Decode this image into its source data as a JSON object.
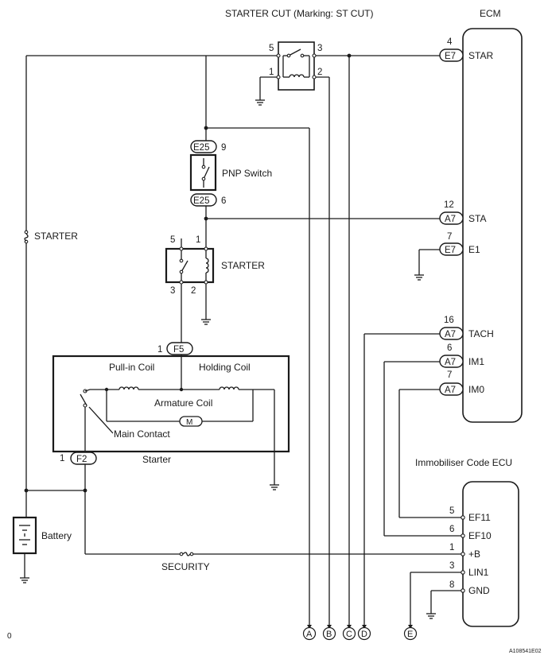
{
  "header": {
    "starter_cut_label": "STARTER  CUT (Marking: ST CUT)",
    "ecm_label": "ECM",
    "immobiliser_label": "Immobiliser Code ECU"
  },
  "starter_cut_relay": {
    "pins": [
      "5",
      "3",
      "1",
      "2"
    ]
  },
  "ecm": {
    "terminals": [
      {
        "pin": "4",
        "connector": "E7",
        "signal": "STAR"
      },
      {
        "pin": "12",
        "connector": "A7",
        "signal": "STA"
      },
      {
        "pin": "7",
        "connector": "E7",
        "signal": "E1"
      },
      {
        "pin": "16",
        "connector": "A7",
        "signal": "TACH"
      },
      {
        "pin": "6",
        "connector": "A7",
        "signal": "IM1"
      },
      {
        "pin": "7",
        "connector": "A7",
        "signal": "IM0"
      }
    ]
  },
  "pnp_switch": {
    "label": "PNP Switch",
    "top_connector": "E25",
    "top_pin": "9",
    "bottom_connector": "E25",
    "bottom_pin": "6"
  },
  "starter_relay": {
    "label": "STARTER",
    "pins": [
      "5",
      "1",
      "3",
      "2"
    ]
  },
  "fuses": {
    "starter": "STARTER",
    "security": "SECURITY"
  },
  "starter_motor": {
    "label": "Starter",
    "top_connector": "F5",
    "top_pin": "1",
    "bottom_connector": "F2",
    "bottom_pin": "1",
    "pull_in_coil": "Pull-in Coil",
    "holding_coil": "Holding Coil",
    "armature_coil": "Armature Coil",
    "main_contact": "Main Contact",
    "motor_symbol": "M"
  },
  "battery": {
    "label": "Battery"
  },
  "immobiliser": {
    "terminals": [
      {
        "pin": "5",
        "signal": "EF11"
      },
      {
        "pin": "6",
        "signal": "EF10"
      },
      {
        "pin": "1",
        "signal": "+B"
      },
      {
        "pin": "3",
        "signal": "LIN1"
      },
      {
        "pin": "8",
        "signal": "GND"
      }
    ]
  },
  "off_page_connectors": [
    "A",
    "B",
    "C",
    "D",
    "E"
  ],
  "footer": {
    "left_mark": "0",
    "figure_id": "A108541E02"
  }
}
